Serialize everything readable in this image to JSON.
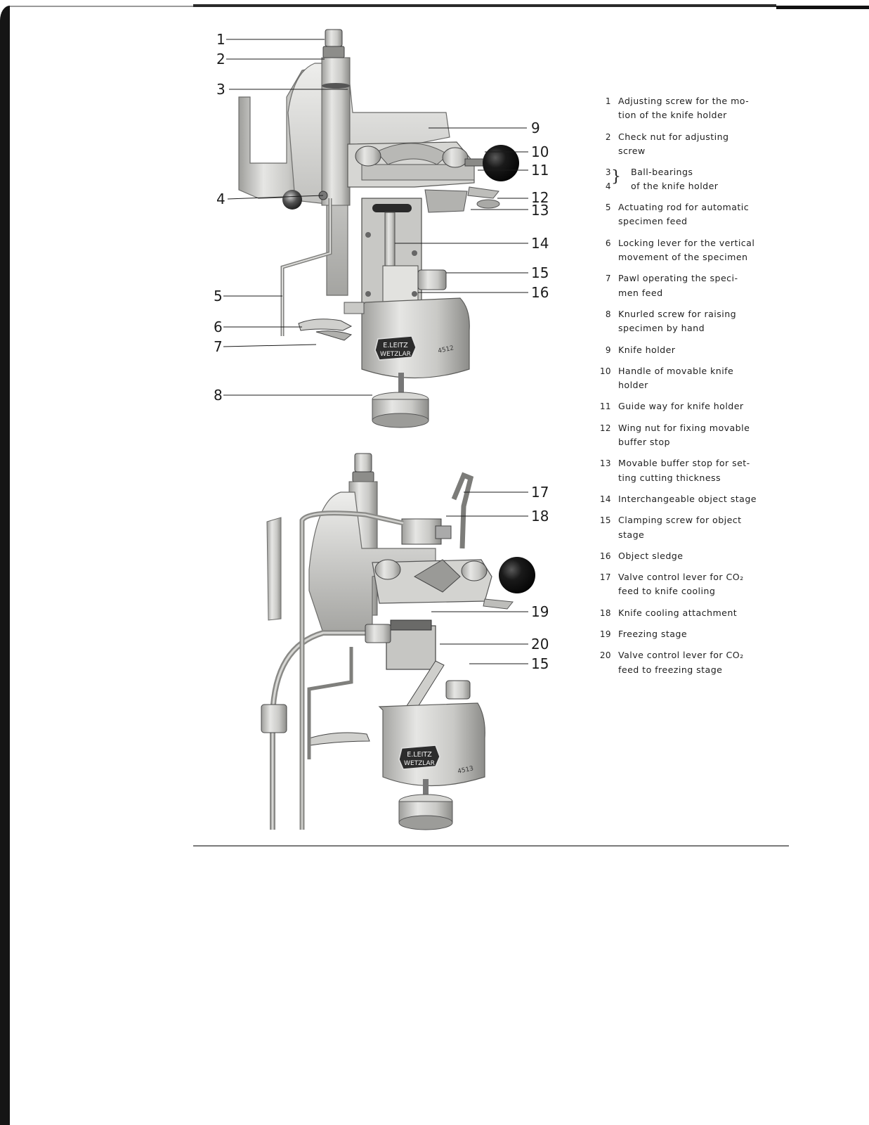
{
  "figure": {
    "top_callouts": [
      "1",
      "2",
      "3",
      "4",
      "5",
      "6",
      "7",
      "8",
      "9",
      "10",
      "11",
      "12",
      "13",
      "14",
      "15",
      "16"
    ],
    "bottom_callouts": [
      "17",
      "18",
      "19",
      "20",
      "15"
    ],
    "badge_top": {
      "brand_line1": "E.LEITZ",
      "brand_line2": "WETZLAR",
      "model": "4512"
    },
    "badge_bottom": {
      "brand_line1": "E.LEITZ",
      "brand_line2": "WETZLAR",
      "model": "4513"
    }
  },
  "legend": [
    {
      "num": "1",
      "lines": [
        "Adjusting screw for the mo-",
        "tion of the knife holder"
      ]
    },
    {
      "num": "2",
      "lines": [
        "Check nut for adjusting",
        "screw"
      ]
    },
    {
      "num": "3",
      "num2": "4",
      "lines": [
        "Ball-bearings",
        "of the knife holder"
      ]
    },
    {
      "num": "5",
      "lines": [
        "Actuating rod for automatic",
        "specimen feed"
      ]
    },
    {
      "num": "6",
      "lines": [
        "Locking lever for the vertical",
        "movement of the specimen"
      ]
    },
    {
      "num": "7",
      "lines": [
        "Pawl operating the speci-",
        "men feed"
      ]
    },
    {
      "num": "8",
      "lines": [
        "Knurled screw for raising",
        "specimen by hand"
      ]
    },
    {
      "num": "9",
      "lines": [
        "Knife holder"
      ]
    },
    {
      "num": "10",
      "lines": [
        "Handle of movable knife",
        "holder"
      ]
    },
    {
      "num": "11",
      "lines": [
        "Guide way for knife holder"
      ]
    },
    {
      "num": "12",
      "lines": [
        "Wing nut for fixing movable",
        "buffer stop"
      ]
    },
    {
      "num": "13",
      "lines": [
        "Movable buffer stop for set-",
        "ting cutting thickness"
      ]
    },
    {
      "num": "14",
      "lines": [
        "Interchangeable object stage"
      ]
    },
    {
      "num": "15",
      "lines": [
        "Clamping screw for object",
        "stage"
      ]
    },
    {
      "num": "16",
      "lines": [
        "Object sledge"
      ]
    },
    {
      "num": "17",
      "lines": [
        "Valve control lever for CO₂",
        "feed to knife cooling"
      ]
    },
    {
      "num": "18",
      "lines": [
        "Knife cooling attachment"
      ]
    },
    {
      "num": "19",
      "lines": [
        "Freezing stage"
      ]
    },
    {
      "num": "20",
      "lines": [
        "Valve control lever for CO₂",
        "feed to freezing stage"
      ]
    }
  ],
  "colors": {
    "ink": "#1e1e1e",
    "metal_light": "#d9d9d7",
    "metal_mid": "#a9a9a6",
    "metal_dark": "#5a5a58",
    "knob": "#141414"
  }
}
